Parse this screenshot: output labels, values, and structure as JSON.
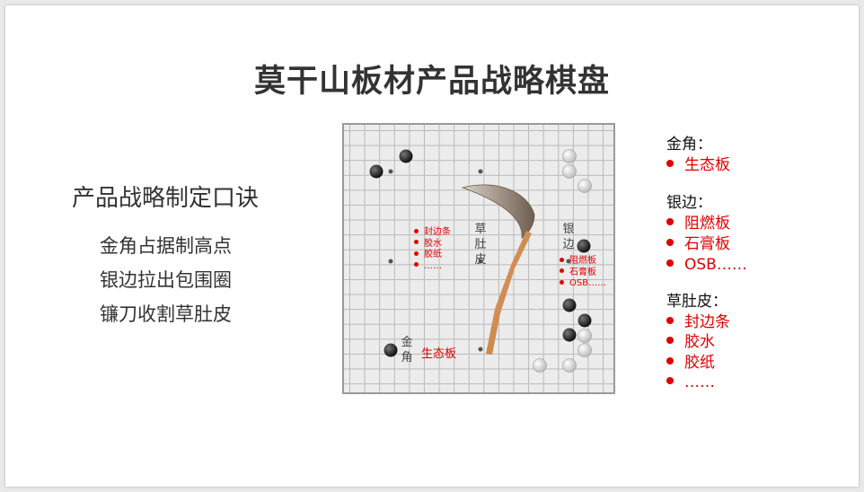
{
  "title": "莫干山板材产品战略棋盘",
  "left": {
    "heading": "产品战略制定口诀",
    "mnemonics": [
      "金角占据制高点",
      "银边拉出包围圈",
      "镰刀收割草肚皮"
    ]
  },
  "board": {
    "label_caodupi": [
      "草",
      "肚",
      "皮"
    ],
    "label_yinbian": [
      "银",
      "边"
    ],
    "label_jinjiao": [
      "金",
      "角"
    ],
    "caodupi_items": [
      "封边条",
      "胶水",
      "胶纸",
      "……"
    ],
    "yinbian_items": [
      "阻燃板",
      "石膏板",
      "OSB……"
    ],
    "jinjiao_item": "生态板"
  },
  "legend": {
    "jinjiao": {
      "heading": "金角：",
      "items": [
        "生态板"
      ]
    },
    "yinbian": {
      "heading": "银边：",
      "items": [
        "阻燃板",
        "石膏板",
        "OSB……"
      ]
    },
    "caodupi": {
      "heading": "草肚皮：",
      "items": [
        "封边条",
        "胶水",
        "胶纸",
        "……"
      ]
    }
  },
  "colors": {
    "accent": "#e00000",
    "text": "#333333",
    "sickle_handle": "#d8955a"
  }
}
